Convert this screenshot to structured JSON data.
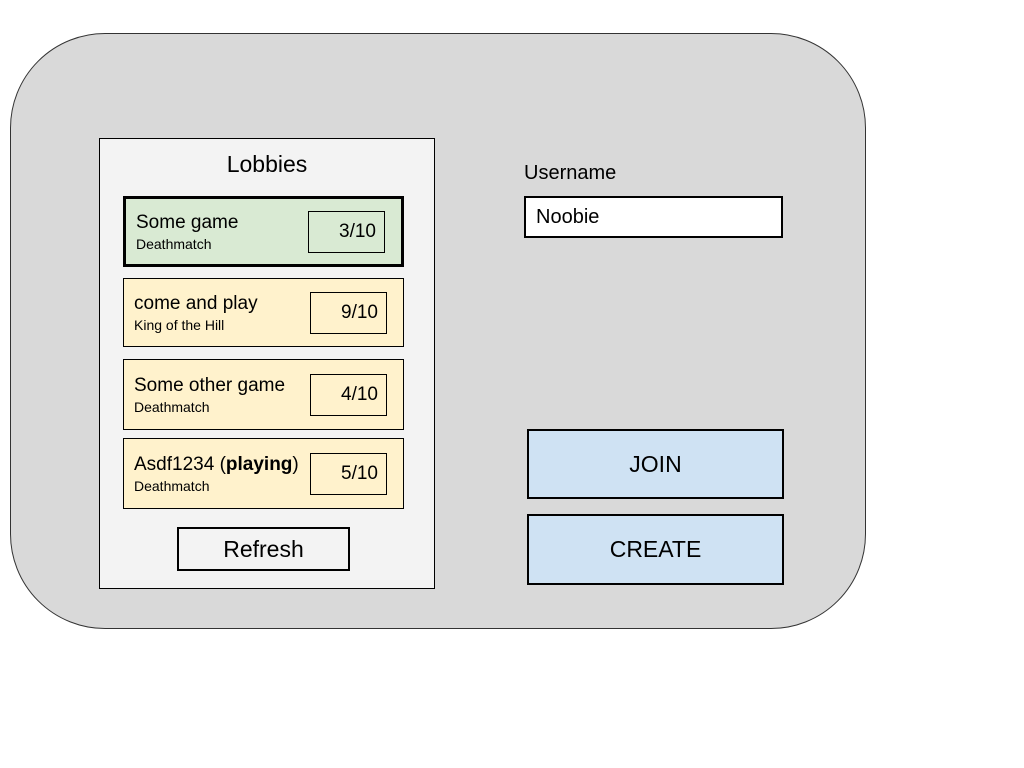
{
  "panel": {
    "title": "Lobbies",
    "refresh_label": "Refresh",
    "lobbies": [
      {
        "name_pre": "Some game",
        "name_bold": "",
        "name_post": "",
        "mode": "Deathmatch",
        "players": "3/10",
        "selected": true
      },
      {
        "name_pre": "come and play",
        "name_bold": "",
        "name_post": "",
        "mode": "King of the Hill",
        "players": "9/10",
        "selected": false
      },
      {
        "name_pre": "Some other game",
        "name_bold": "",
        "name_post": "",
        "mode": "Deathmatch",
        "players": "4/10",
        "selected": false
      },
      {
        "name_pre": "Asdf1234 (",
        "name_bold": "playing",
        "name_post": ")",
        "mode": "Deathmatch",
        "players": "5/10",
        "selected": false
      }
    ]
  },
  "form": {
    "username_label": "Username",
    "username_value": "Noobie",
    "join_label": "JOIN",
    "create_label": "CREATE"
  },
  "colors": {
    "container_bg": "#d9d9d9",
    "panel_bg": "#f3f3f3",
    "selected_lobby_bg": "#d9ead3",
    "lobby_bg": "#fff2cc",
    "button_bg": "#cfe2f3",
    "input_bg": "#ffffff",
    "border": "#000000"
  }
}
